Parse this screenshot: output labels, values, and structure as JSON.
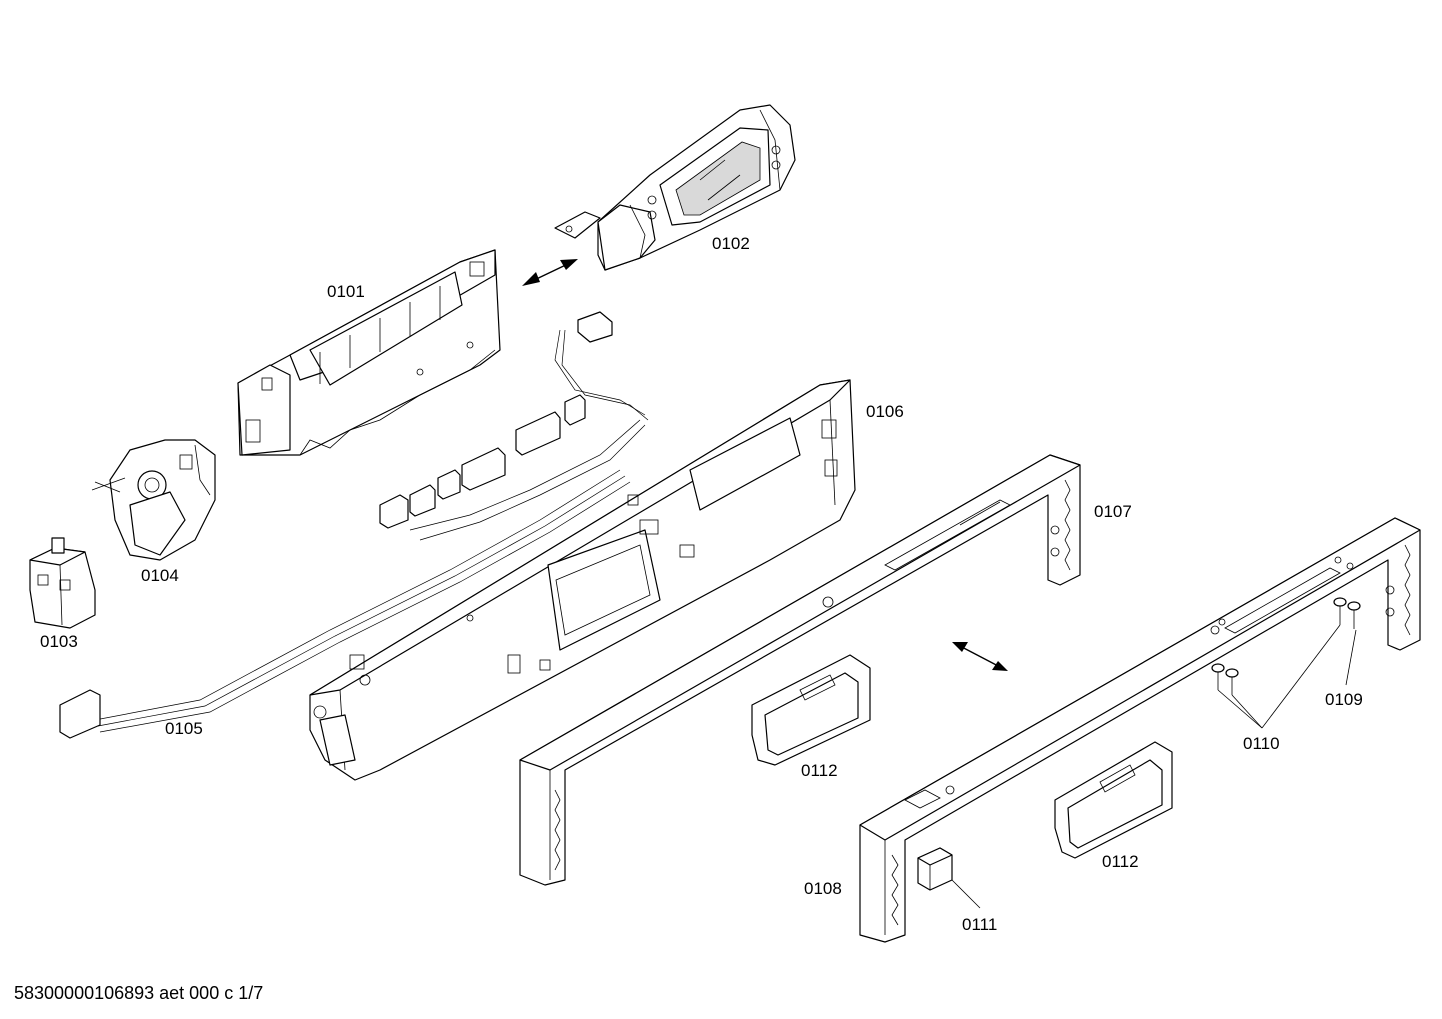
{
  "callouts": {
    "p0101": "0101",
    "p0102": "0102",
    "p0103": "0103",
    "p0104": "0104",
    "p0105": "0105",
    "p0106": "0106",
    "p0107": "0107",
    "p0108": "0108",
    "p0109": "0109",
    "p0110": "0110",
    "p0111": "0111",
    "p0112a": "0112",
    "p0112b": "0112"
  },
  "footer": "58300000106893 aet 000 c 1/7"
}
